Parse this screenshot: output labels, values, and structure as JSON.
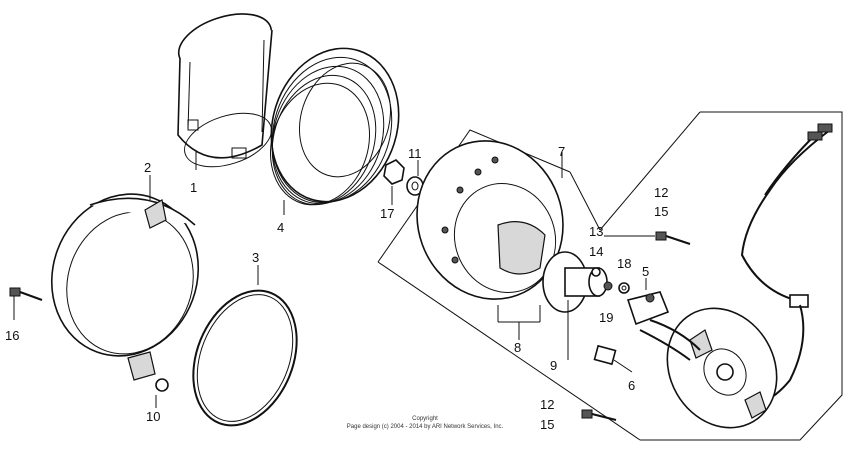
{
  "labels": [
    {
      "id": "1",
      "text": "1"
    },
    {
      "id": "2",
      "text": "2"
    },
    {
      "id": "3",
      "text": "3"
    },
    {
      "id": "4",
      "text": "4"
    },
    {
      "id": "5",
      "text": "5"
    },
    {
      "id": "6",
      "text": "6"
    },
    {
      "id": "7",
      "text": "7"
    },
    {
      "id": "8",
      "text": "8"
    },
    {
      "id": "9",
      "text": "9"
    },
    {
      "id": "10",
      "text": "10"
    },
    {
      "id": "11",
      "text": "11"
    },
    {
      "id": "12a",
      "text": "12"
    },
    {
      "id": "15a",
      "text": "15"
    },
    {
      "id": "13",
      "text": "13"
    },
    {
      "id": "14",
      "text": "14"
    },
    {
      "id": "16",
      "text": "16"
    },
    {
      "id": "17",
      "text": "17"
    },
    {
      "id": "18",
      "text": "18"
    },
    {
      "id": "19",
      "text": "19"
    },
    {
      "id": "12b",
      "text": "12"
    },
    {
      "id": "15b",
      "text": "15"
    }
  ],
  "copyright": {
    "line1": "Copyright",
    "line2": "Page design (c) 2004 - 2014 by ARI Network Services, Inc."
  }
}
